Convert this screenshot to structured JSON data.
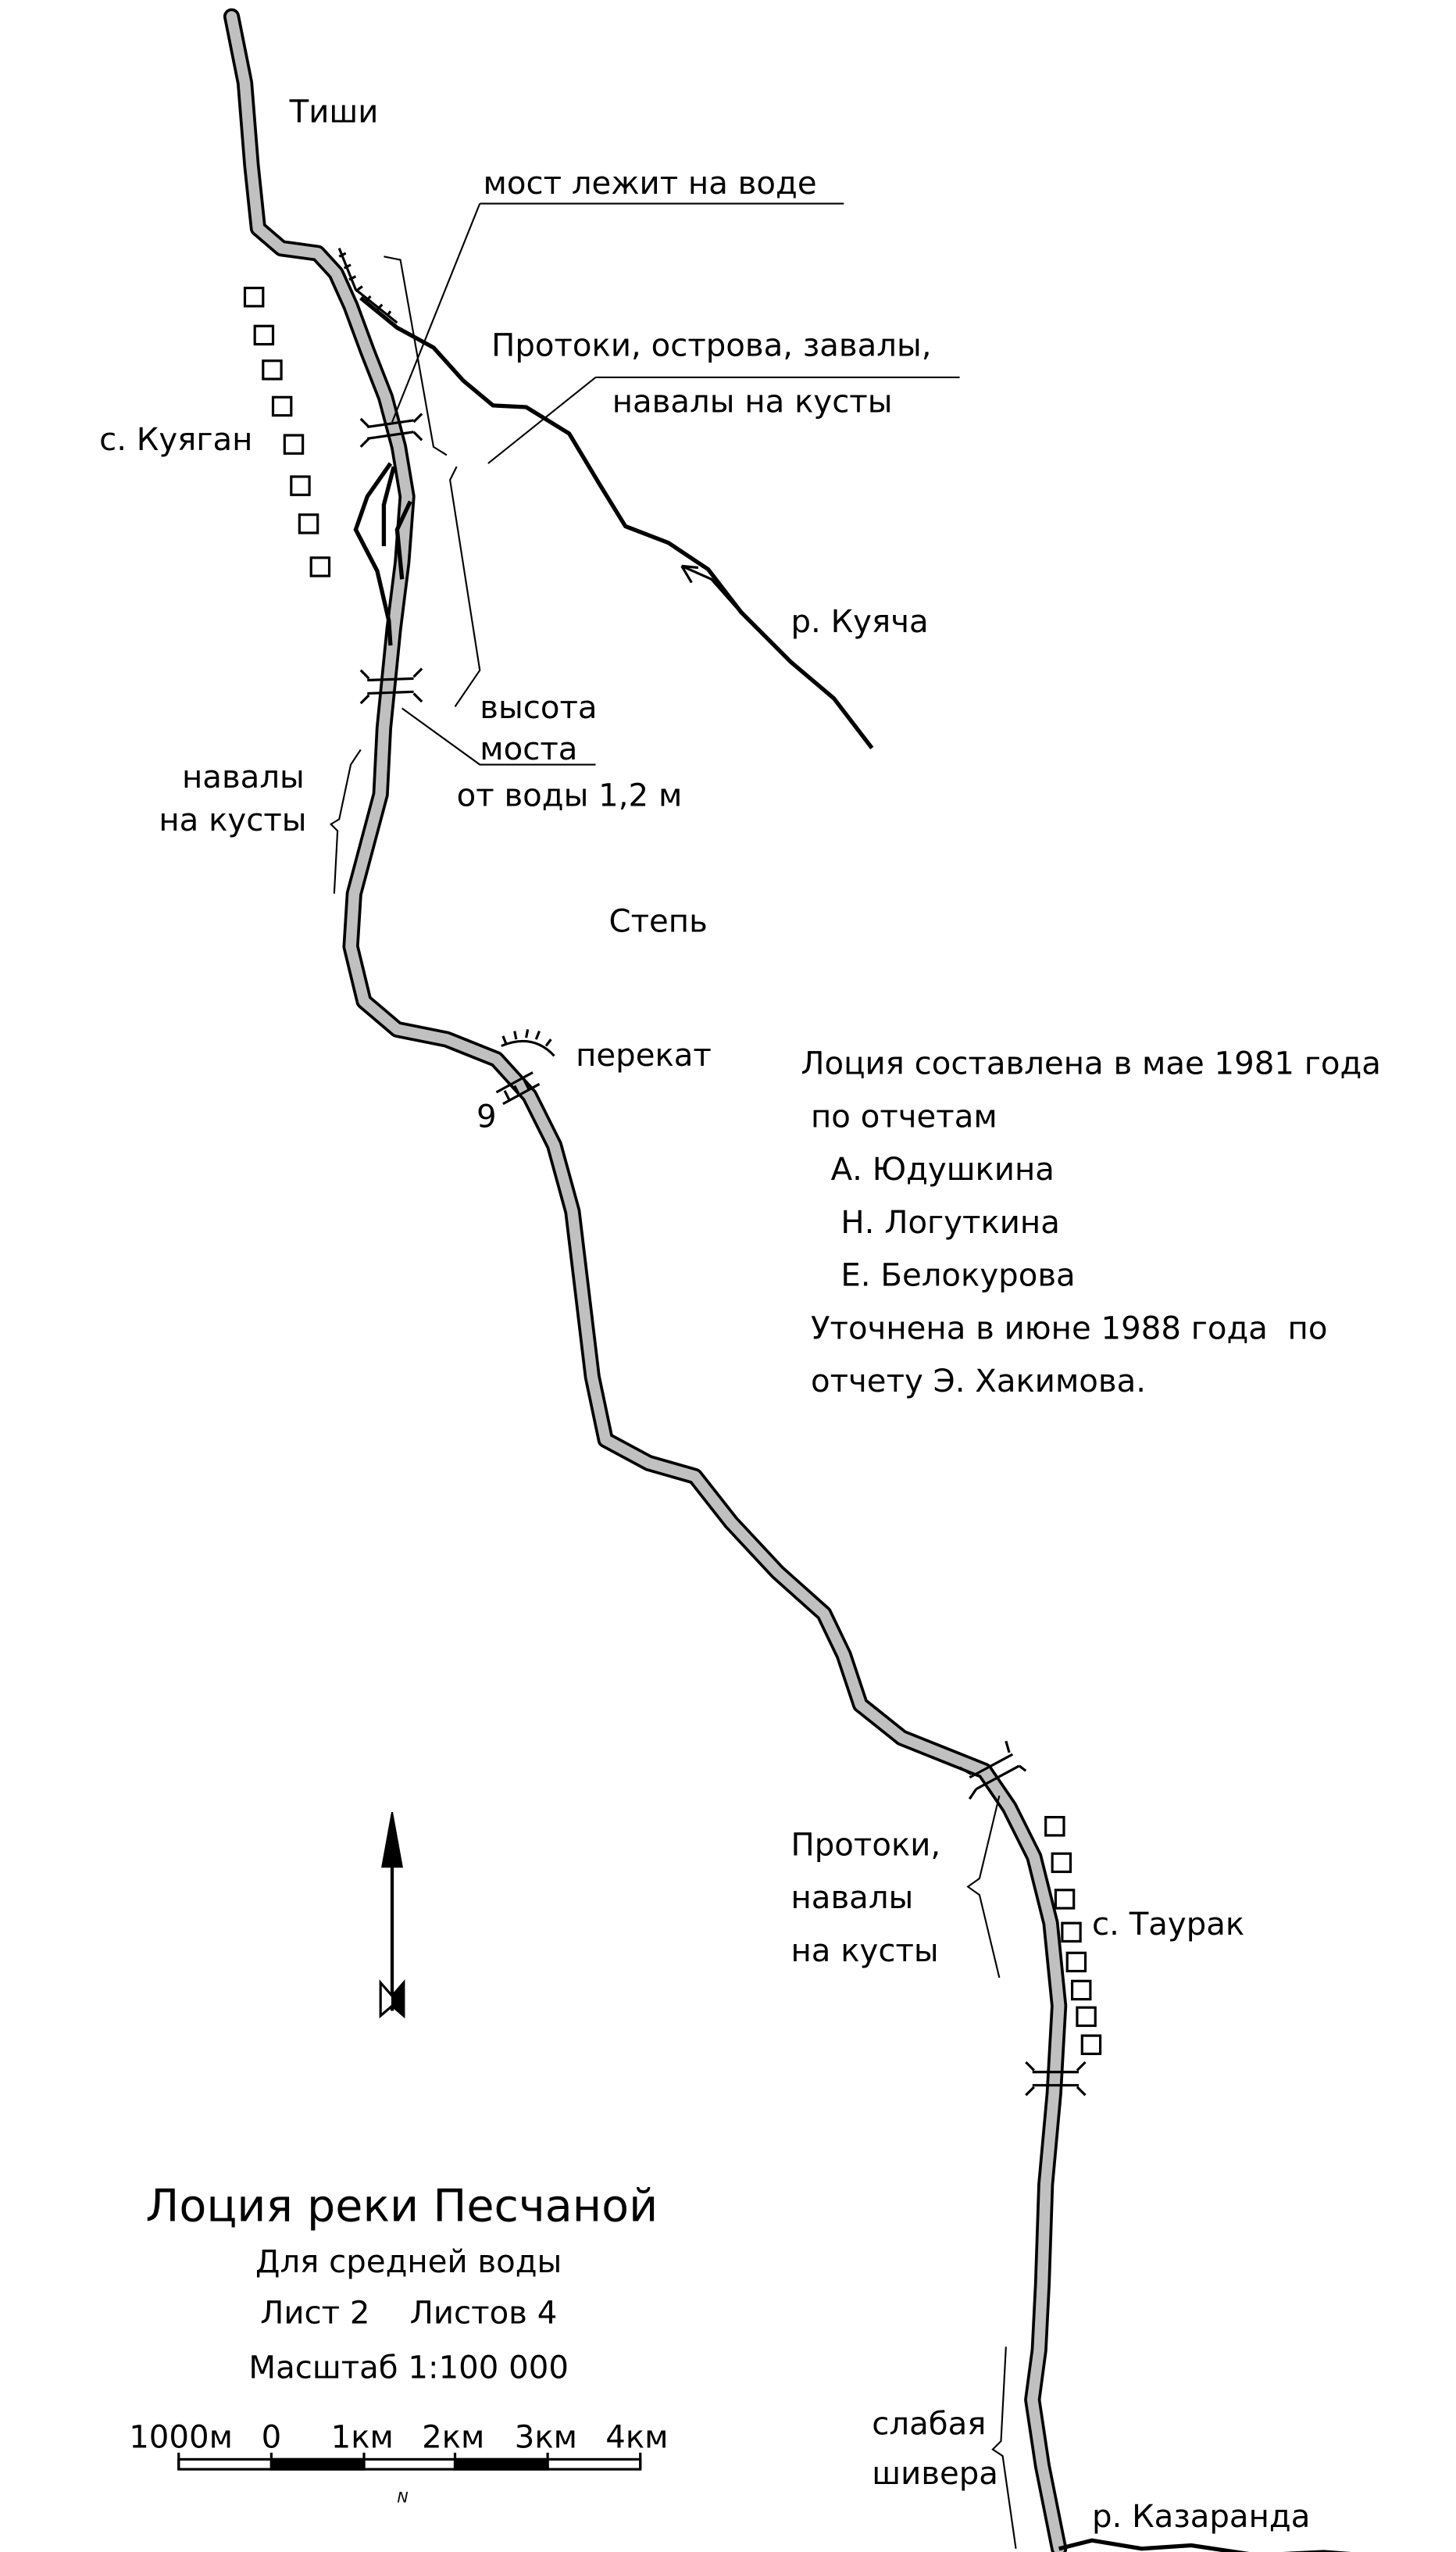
{
  "map": {
    "title": "Лоция реки Песчаной",
    "subtitle": "Для средней воды",
    "sheet": "Лист 2    Листов 4",
    "scale": "Масштаб 1:100 000",
    "scale_bar": [
      "1000м",
      "0",
      "1км",
      "2км",
      "3км",
      "4км"
    ],
    "north_symbol": "N"
  },
  "labels": {
    "tishi": "Тиши",
    "bridge_on_water": "мост лежит на воде",
    "channels_1": "Протоки, острова, завалы,",
    "channels_2": "навалы на кусты",
    "kuyagan": "с. Куяган",
    "kuyacha": "р. Куяча",
    "bridge_height_1": "высота",
    "bridge_height_2": "моста",
    "bridge_height_3": "от воды  1,2 м",
    "navaly_1": "навалы",
    "navaly_2": "на кусты",
    "step": "Степь",
    "perekat": "перекат",
    "km_9": "9",
    "channels_b1": "Протоки,",
    "channels_b2": "навалы",
    "channels_b3": "на кусты",
    "taurak": "с. Таурак",
    "shivera_1": "слабая",
    "shivera_2": "шивера",
    "kazaranda": "р. Казаранда"
  },
  "credits": [
    "Лоция составлена в мае 1981 года",
    " по отчетам",
    "   А. Юдушкина",
    "    Н. Логуткина",
    "    Е. Белокурова",
    " Уточнена в июне 1988 года  по",
    " отчету Э. Хакимова."
  ],
  "colors": {
    "river_fill": "#c0c0c0",
    "ink": "#000000"
  }
}
